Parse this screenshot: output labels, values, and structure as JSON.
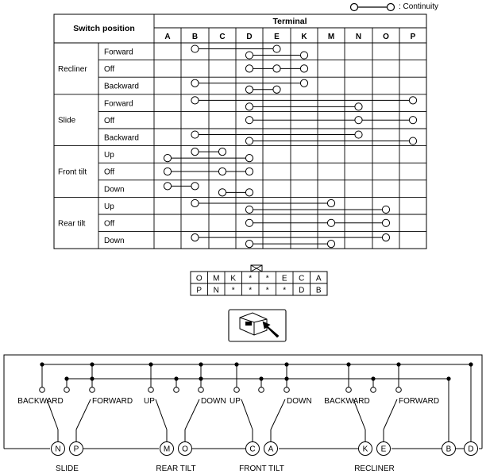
{
  "legend": {
    "label": ": Continuity"
  },
  "table": {
    "header_switch": "Switch position",
    "header_terminal": "Terminal",
    "terminals": [
      "A",
      "B",
      "C",
      "D",
      "E",
      "K",
      "M",
      "N",
      "O",
      "P"
    ],
    "groups": [
      {
        "name": "Recliner",
        "rows": [
          {
            "pos": "Forward",
            "links": [
              [
                "B",
                "E"
              ],
              [
                "D",
                "K"
              ]
            ]
          },
          {
            "pos": "Off",
            "links": [
              [
                "D",
                "E",
                "K"
              ]
            ]
          },
          {
            "pos": "Backward",
            "links": [
              [
                "B",
                "K"
              ],
              [
                "D",
                "E"
              ]
            ]
          }
        ]
      },
      {
        "name": "Slide",
        "rows": [
          {
            "pos": "Forward",
            "links": [
              [
                "B",
                "P"
              ],
              [
                "D",
                "N"
              ]
            ]
          },
          {
            "pos": "Off",
            "links": [
              [
                "D",
                "N",
                "P"
              ]
            ]
          },
          {
            "pos": "Backward",
            "links": [
              [
                "B",
                "N"
              ],
              [
                "D",
                "P"
              ]
            ]
          }
        ]
      },
      {
        "name": "Front tilt",
        "rows": [
          {
            "pos": "Up",
            "links": [
              [
                "B",
                "C"
              ],
              [
                "A",
                "D"
              ]
            ]
          },
          {
            "pos": "Off",
            "links": [
              [
                "A",
                "C",
                "D"
              ]
            ]
          },
          {
            "pos": "Down",
            "links": [
              [
                "A",
                "B"
              ],
              [
                "C",
                "D"
              ]
            ]
          }
        ]
      },
      {
        "name": "Rear tilt",
        "rows": [
          {
            "pos": "Up",
            "links": [
              [
                "B",
                "M"
              ],
              [
                "D",
                "O"
              ]
            ]
          },
          {
            "pos": "Off",
            "links": [
              [
                "D",
                "M",
                "O"
              ]
            ]
          },
          {
            "pos": "Down",
            "links": [
              [
                "B",
                "O"
              ],
              [
                "D",
                "M"
              ]
            ]
          }
        ]
      }
    ]
  },
  "connector": {
    "top_row": [
      "O",
      "M",
      "K",
      "*",
      "*",
      "E",
      "C",
      "A"
    ],
    "bottom_row": [
      "P",
      "N",
      "*",
      "*",
      "*",
      "*",
      "D",
      "B"
    ]
  },
  "schematic": {
    "groups": [
      {
        "name": "SLIDE",
        "label_left": "BACKWARD",
        "label_right": "FORWARD",
        "pins": [
          "N",
          "P"
        ]
      },
      {
        "name": "REAR TILT",
        "label_left": "UP",
        "label_right": "DOWN",
        "pins": [
          "M",
          "O"
        ]
      },
      {
        "name": "FRONT TILT",
        "label_left": "UP",
        "label_right": "DOWN",
        "pins": [
          "C",
          "A"
        ]
      },
      {
        "name": "RECLINER",
        "label_left": "BACKWARD",
        "label_right": "FORWARD",
        "pins": [
          "K",
          "E"
        ]
      }
    ],
    "extra_pins": [
      "B",
      "D"
    ]
  }
}
